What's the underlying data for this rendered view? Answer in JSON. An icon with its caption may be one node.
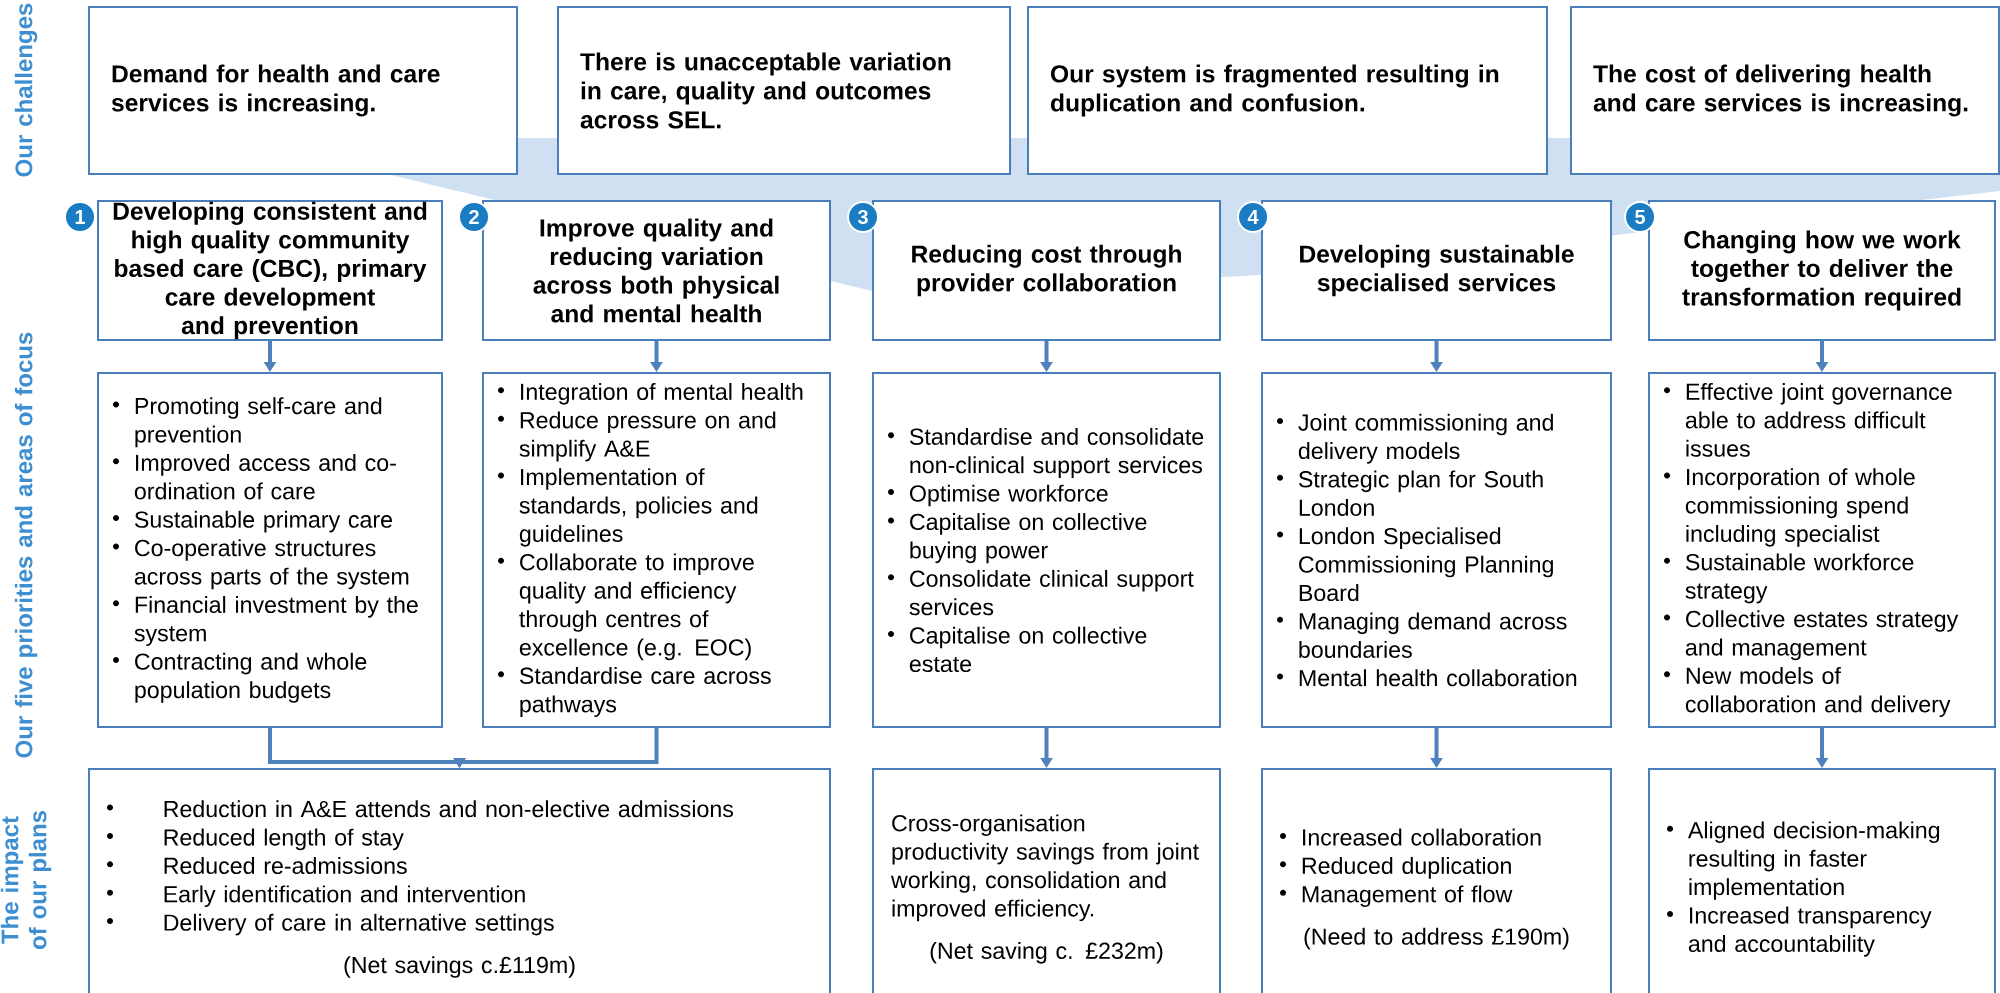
{
  "diagram": {
    "nodes": [
      {
        "text": [
          "Demand for health and care services is increasing."
        ]
      },
      {
        "text": [
          "There is unacceptable variation in care, quality and outcomes across SEL."
        ]
      },
      {
        "text": [
          "Our system is fragmented resulting in duplication and confusion."
        ]
      },
      {
        "text": [
          "The cost of delivering health and care services is increasing."
        ]
      },
      {
        "text": [
          "1"
        ]
      },
      {
        "text": [
          "Developing consistent and high quality community based care (CBC), primary care development  and prevention"
        ]
      },
      {
        "text": [
          "2"
        ]
      },
      {
        "text": [
          "Improve quality and reducing variation across both physical and mental health"
        ]
      },
      {
        "text": [
          "3"
        ]
      },
      {
        "text": [
          "Reducing cost through provider collaboration"
        ]
      },
      {
        "text": [
          "4"
        ]
      },
      {
        "text": [
          "Developing sustainable specialised services"
        ]
      },
      {
        "text": [
          "5"
        ]
      },
      {
        "text": [
          "Changing how we work together to deliver the transformation required"
        ]
      },
      {
        "text": [
          "Promoting self-care and prevention",
          "Improved access and co-ordination of care",
          "Sustainable primary care",
          "Co-operative structures across parts of the system",
          "Financial investment by the system",
          "Contracting and whole population budgets"
        ]
      },
      {
        "text": [
          "Integration of mental health",
          "Reduce pressure on and simplify A&E",
          "Implementation of standards, policies and guidelines",
          "Collaborate to improve quality and efficiency through centres of excellence (e.g. EOC)",
          "Standardise care across pathways"
        ]
      },
      {
        "text": [
          "Standardise and consolidate non-clinical support services",
          "Optimise workforce",
          "Capitalise on collective buying power",
          "Consolidate clinical support services",
          "Capitalise on collective estate"
        ]
      },
      {
        "text": [
          "Joint commissioning and delivery models",
          "Strategic plan for South London",
          "London Specialised Commissioning Planning Board",
          "Managing demand across boundaries",
          "Mental health collaboration"
        ]
      },
      {
        "text": [
          "Effective joint governance able to address difficult issues",
          "Incorporation of whole commissioning spend including specialist",
          "Sustainable workforce strategy",
          "Collective estates strategy and management",
          "New models of collaboration and delivery"
        ]
      },
      {
        "text": [
          "Reduction in A&E attends and non-elective admissions",
          "Reduced length of stay",
          "Reduced re-admissions",
          "Early identification and intervention",
          "Delivery of care in alternative settings",
          "(Net savings c.£119m)"
        ]
      },
      {
        "text": [
          "Cross-organisation productivity savings from joint working, consolidation and improved efficiency.",
          "(Net saving c. £232m)"
        ]
      },
      {
        "text": [
          "Increased collaboration",
          "Reduced duplication",
          "Management of flow",
          "(Need to address £190m)"
        ]
      },
      {
        "text": [
          "Aligned decision-making resulting in faster implementation",
          "Increased transparency and accountability"
        ]
      }
    ],
    "edges": [
      {
        "from": 5,
        "to": 14,
        "arrow": "to"
      },
      {
        "from": 7,
        "to": 15,
        "arrow": "to"
      },
      {
        "from": 9,
        "to": 16,
        "arrow": "to"
      },
      {
        "from": 11,
        "to": 17,
        "arrow": "to"
      },
      {
        "from": 13,
        "to": 18,
        "arrow": "to"
      },
      {
        "from": 14,
        "to": 19,
        "arrow": "to"
      },
      {
        "from": 15,
        "to": 19,
        "arrow": "to"
      },
      {
        "from": 16,
        "to": 20,
        "arrow": "to"
      },
      {
        "from": 17,
        "to": 21,
        "arrow": "to"
      },
      {
        "from": 18,
        "to": 22,
        "arrow": "to"
      }
    ],
    "labels": [
      "Our challenges",
      "Our five priorities and areas of focus",
      "The impact of our plans"
    ]
  }
}
